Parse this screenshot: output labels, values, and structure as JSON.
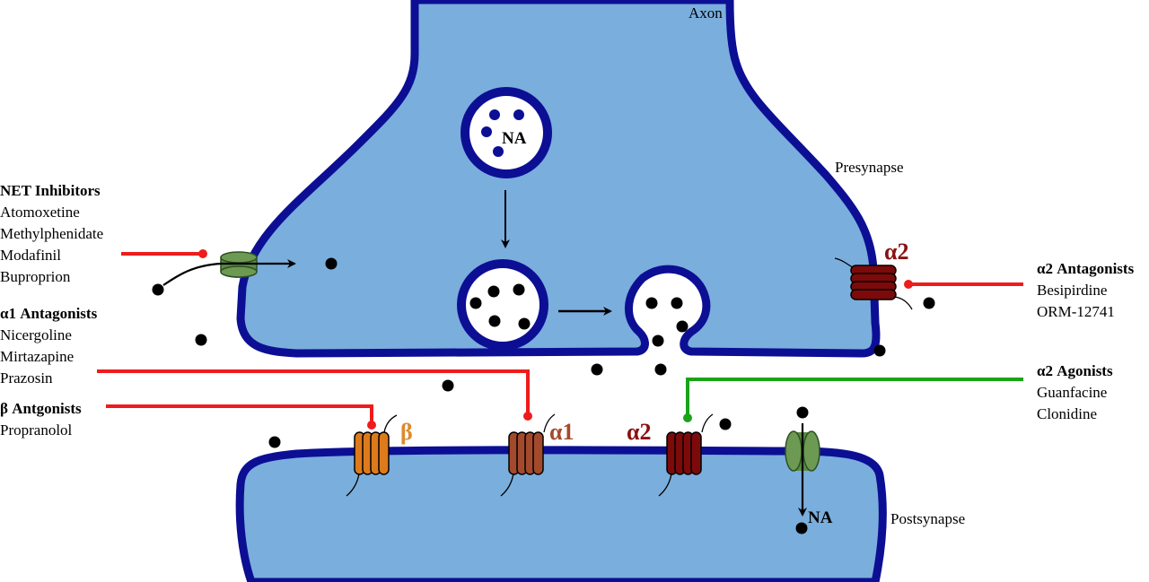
{
  "labels": {
    "axon": "Axon",
    "presynapse": "Presynapse",
    "postsynapse": "Postsynapse",
    "na_vesicle": "NA",
    "na_post": "NA"
  },
  "receptors": {
    "presynaptic_alpha2": "α2",
    "beta": "β",
    "alpha1": "α1",
    "postsynaptic_alpha2": "α2"
  },
  "drug_groups": [
    {
      "title": "NET Inhibitors",
      "drugs": [
        "Atomoxetine",
        "Methylphenidate",
        "Modafinil",
        "Buproprion"
      ],
      "effect": "inhibit",
      "target": "NET transporter"
    },
    {
      "title": "α1 Antagonists",
      "drugs": [
        "Nicergoline",
        "Mirtazapine",
        "Prazosin"
      ],
      "effect": "inhibit",
      "target": "α1"
    },
    {
      "title": "β Antgonists",
      "drugs": [
        "Propranolol"
      ],
      "effect": "inhibit",
      "target": "β"
    },
    {
      "title": "α2 Antagonists",
      "drugs": [
        "Besipirdine",
        "ORM-12741"
      ],
      "effect": "inhibit",
      "target": "presynaptic α2"
    },
    {
      "title": "α2 Agonists",
      "drugs": [
        "Guanfacine",
        "Clonidine"
      ],
      "effect": "activate",
      "target": "postsynaptic α2"
    }
  ],
  "colors": {
    "cytoplasm": "#7aaedd",
    "membrane": "#0c0f94",
    "antagonist_line": "#ee1c1c",
    "agonist_line": "#1aa31a",
    "transporter": "#5b8a45",
    "beta_receptor": "#dd7a1c",
    "alpha1_receptor": "#a34a2c",
    "alpha2_receptor": "#7d0a0a",
    "alpha2_label": "#8b1111",
    "alpha1_label": "#a34a2c",
    "beta_label": "#dd8a2c"
  }
}
